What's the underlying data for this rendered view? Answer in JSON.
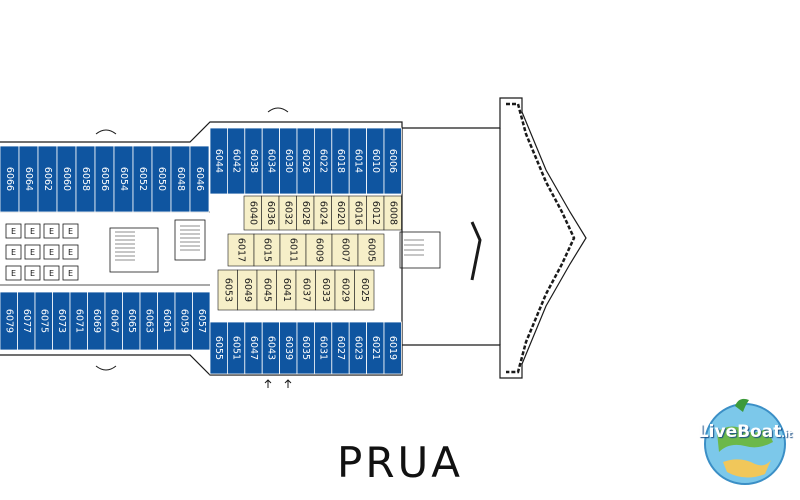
{
  "title": "PRUA",
  "colors": {
    "cabin_blue": "#0f55a0",
    "cabin_cream": "#f6efc8",
    "outline": "#1a1a1a",
    "background": "#ffffff"
  },
  "logo": {
    "text_main": "LiveBoat",
    "text_suffix": ".it"
  },
  "cabins": {
    "top_outer_left": [
      "6066",
      "6064",
      "6062",
      "6060",
      "6058",
      "6056",
      "6054",
      "6052",
      "6050",
      "6048",
      "6046"
    ],
    "top_outer_right": [
      "6044",
      "6042",
      "6038",
      "6034",
      "6030",
      "6026",
      "6022",
      "6018",
      "6014",
      "6010",
      "6006"
    ],
    "top_inner": [
      "6040",
      "6036",
      "6032",
      "6028",
      "6024",
      "6020",
      "6016",
      "6012",
      "6008"
    ],
    "middle_upper": [
      "6017",
      "6015",
      "6011",
      "6009",
      "6007",
      "6005"
    ],
    "middle_lower": [
      "6053",
      "6049",
      "6045",
      "6041",
      "6037",
      "6033",
      "6029",
      "6025"
    ],
    "bottom_outer_left": [
      "6079",
      "6077",
      "6075",
      "6073",
      "6071",
      "6069",
      "6067",
      "6065",
      "6063",
      "6061",
      "6059",
      "6057"
    ],
    "bottom_outer_right": [
      "6055",
      "6051",
      "6047",
      "6043",
      "6039",
      "6035",
      "6031",
      "6027",
      "6023",
      "6021",
      "6019"
    ],
    "side_rooms": [
      "E",
      "E",
      "E",
      "E",
      "E",
      "E",
      "E",
      "E",
      "E",
      "E",
      "E",
      "E"
    ]
  }
}
